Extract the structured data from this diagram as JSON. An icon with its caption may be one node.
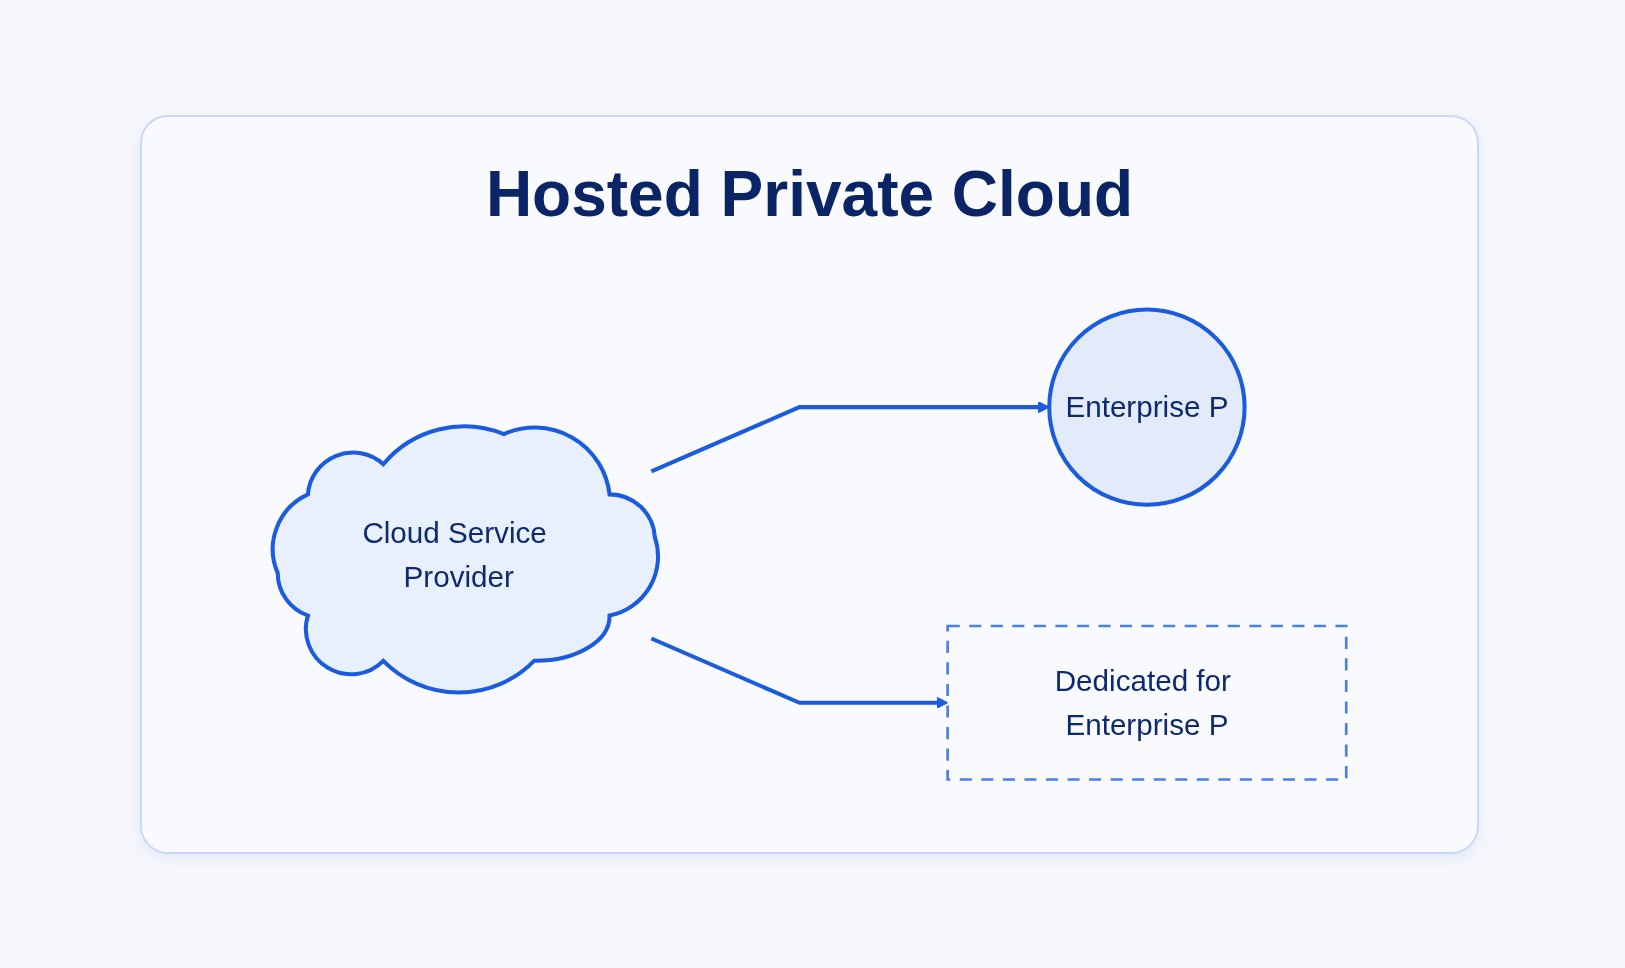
{
  "diagram": {
    "title": "Hosted Private Cloud",
    "nodes": [
      {
        "text": [
          "Cloud Service Provider"
        ]
      },
      {
        "text": [
          "Enterprise P"
        ]
      },
      {
        "text": [
          "Dedicated for Enterprise P"
        ]
      }
    ],
    "edges": [
      {
        "from": 0,
        "to": 1,
        "arrow": "to"
      },
      {
        "from": 0,
        "to": 2,
        "arrow": "to"
      }
    ]
  }
}
